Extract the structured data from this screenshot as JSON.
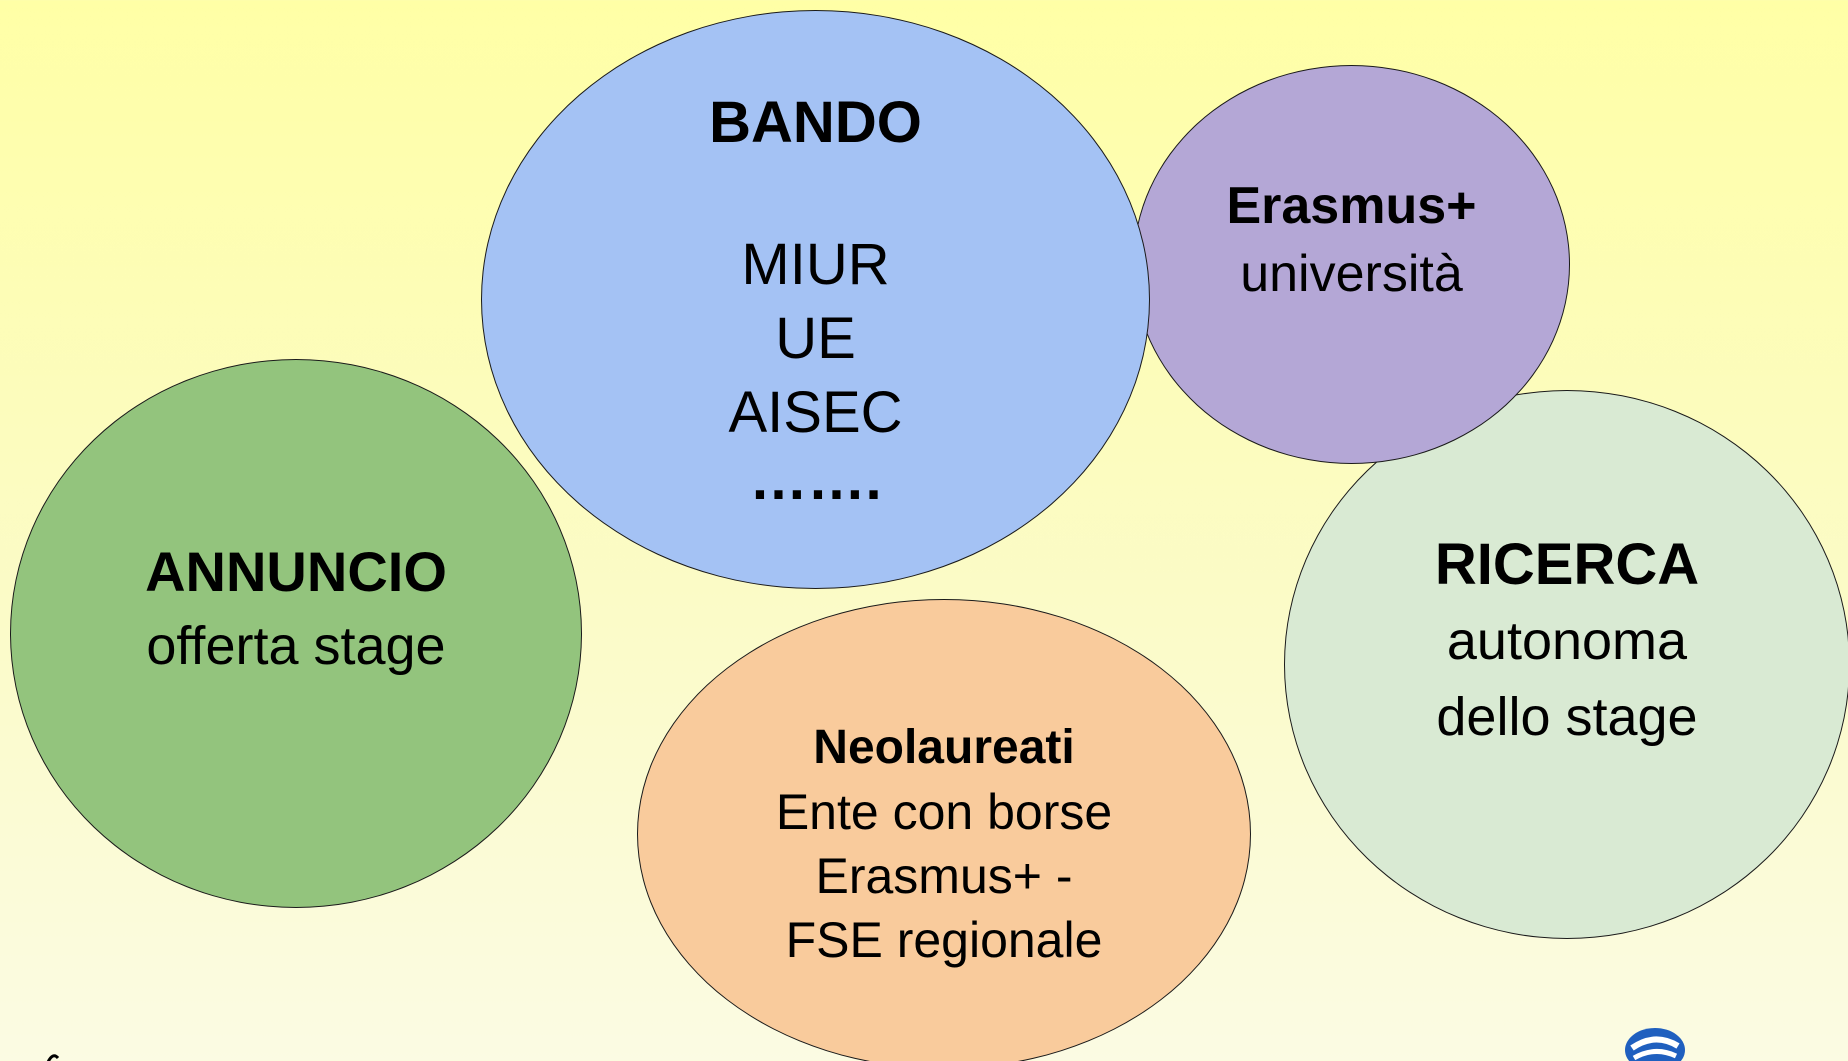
{
  "bubbles": {
    "bando": {
      "title": "BANDO",
      "lines": [
        "MIUR",
        "UE",
        "AISEC"
      ],
      "dots": "……."
    },
    "erasmus": {
      "title": "Erasmus+",
      "subtitle": "università"
    },
    "annuncio": {
      "title": "ANNUNCIO",
      "subtitle": "offerta stage"
    },
    "neolaureati": {
      "title": "Neolaureati",
      "lines": [
        "Ente con borse",
        "Erasmus+ -",
        "FSE regionale"
      ]
    },
    "ricerca": {
      "title": "RICERCA",
      "lines": [
        "autonoma",
        "dello stage"
      ]
    }
  },
  "colors": {
    "bando": "#a4c2f4",
    "erasmus": "#b4a7d6",
    "annuncio": "#93c47d",
    "neolaureati": "#f9cb9c",
    "ricerca": "#d9ead3",
    "logo": "#1f5fbf"
  },
  "icons": {
    "logo": "erasmus-logo-icon"
  }
}
